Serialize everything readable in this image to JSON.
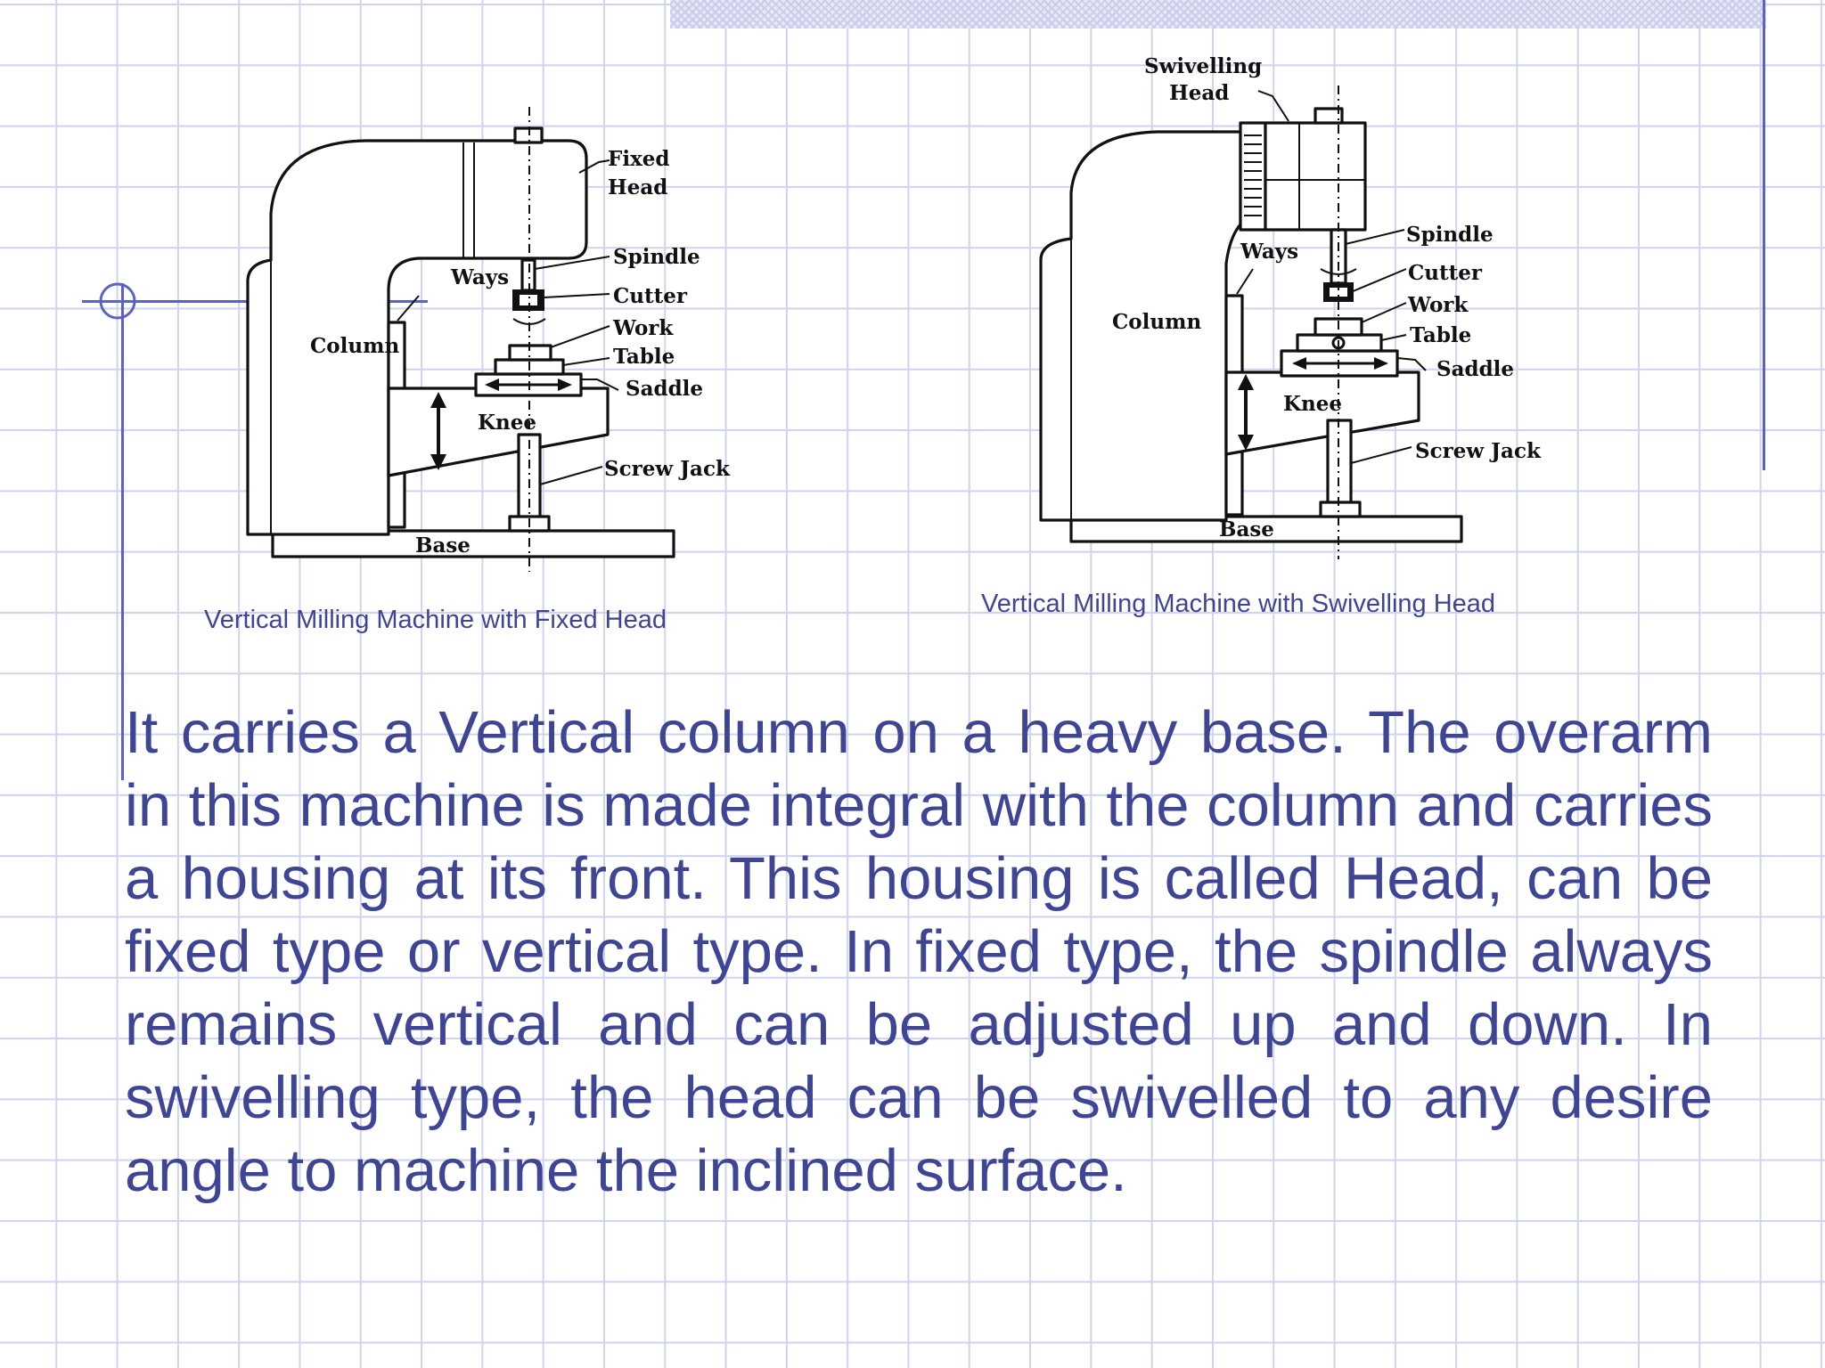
{
  "diagrams": {
    "fixed": {
      "caption": "Vertical Milling Machine with Fixed Head",
      "labels": {
        "fixed_head": [
          "Fixed",
          "Head"
        ],
        "spindle": "Spindle",
        "cutter": "Cutter",
        "work": "Work",
        "table": "Table",
        "saddle": "Saddle",
        "ways": "Ways",
        "column": "Column",
        "knee": "Knee",
        "screw_jack": "Screw Jack",
        "base": "Base"
      }
    },
    "swivel": {
      "caption": "Vertical Milling Machine with Swivelling Head",
      "labels": {
        "swivelling_head": [
          "Swivelling",
          "Head"
        ],
        "spindle": "Spindle",
        "cutter": "Cutter",
        "work": "Work",
        "table": "Table",
        "saddle": "Saddle",
        "ways": "Ways",
        "column": "Column",
        "knee": "Knee",
        "screw_jack": "Screw Jack",
        "base": "Base"
      }
    }
  },
  "body_text": "It carries a Vertical column on a heavy base. The overarm in this machine is made integral with the column and carries a housing at its front. This housing is called Head, can be fixed type or vertical type. In fixed type, the spindle always remains vertical and can be adjusted up and down. In swivelling type, the head can be swivelled to any desire angle to machine the inclined surface."
}
